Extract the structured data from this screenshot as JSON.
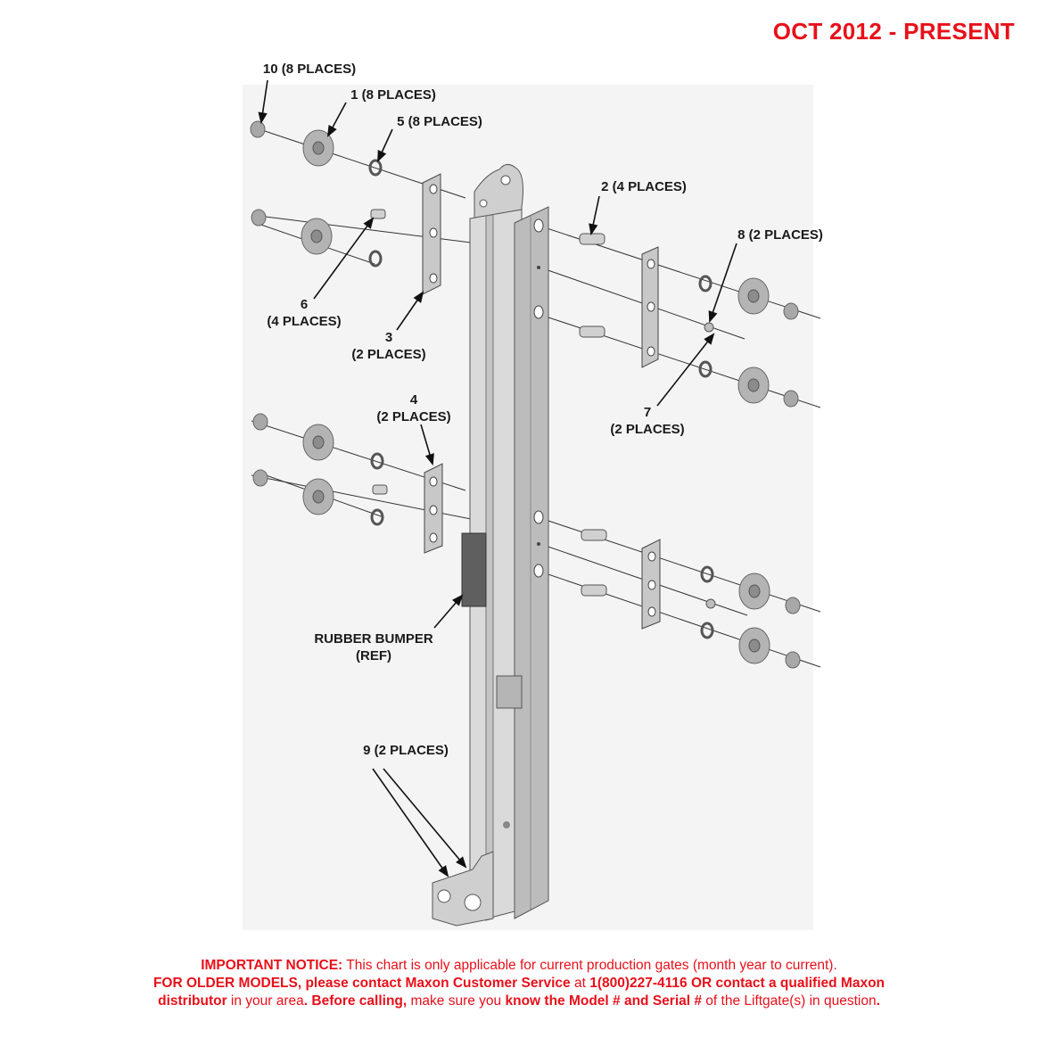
{
  "header": {
    "date_range": "OCT 2012 - PRESENT"
  },
  "callouts": {
    "item10": "10 (8 PLACES)",
    "item1": "1 (8 PLACES)",
    "item5": "5 (8 PLACES)",
    "item2": "2 (4 PLACES)",
    "item8": "8 (2 PLACES)",
    "item6_num": "6",
    "item6_qty": "(4 PLACES)",
    "item3_num": "3",
    "item3_qty": "(2 PLACES)",
    "item4_num": "4",
    "item4_qty": "(2 PLACES)",
    "item7_num": "7",
    "item7_qty": "(2 PLACES)",
    "bumper_name": "RUBBER BUMPER",
    "bumper_ref": "(REF)",
    "item9": "9 (2 PLACES)"
  },
  "notice": {
    "l1a": "IMPORTANT NOTICE:",
    "l1b": " This chart is only applicable for current production gates (month year to current).",
    "l2a": "FOR OLDER MODELS, please contact Maxon Customer Service",
    "l2b": " at ",
    "l2c": "1(800)227-4116 OR contact a qualified Maxon",
    "l3a": "distributor",
    "l3b": " in your area",
    "l3c": ". Before calling,",
    "l3d": " make sure you ",
    "l3e": "know the Model # and Serial #",
    "l3f": " of the Liftgate(s) in question",
    "l3g": "."
  },
  "colors": {
    "accent": "#e8101a"
  }
}
